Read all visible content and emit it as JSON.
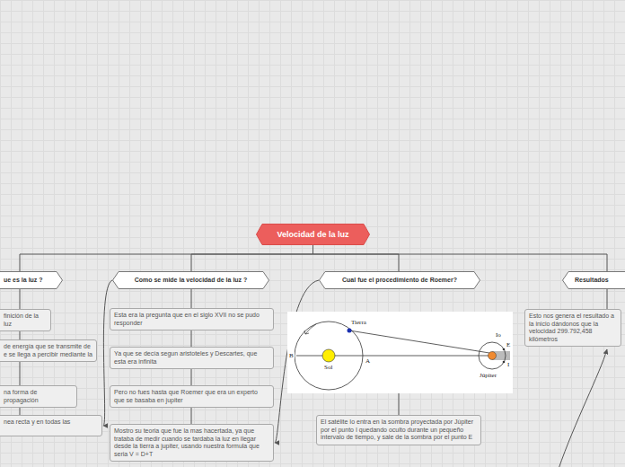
{
  "diagram": {
    "nodes": [
      {
        "text": [
          "Velocidad de la luz"
        ]
      },
      {
        "text": [
          "ue es la luz ?"
        ]
      },
      {
        "text": [
          "finición de la luz"
        ]
      },
      {
        "text": [
          "de energía que se transmite de e se llega a percibir mediante la"
        ]
      },
      {
        "text": [
          "na forma de propagación"
        ]
      },
      {
        "text": [
          "nea recta y en todas las"
        ]
      },
      {
        "text": [
          "Como se mide la velocidad de la luz ?"
        ]
      },
      {
        "text": [
          "Esta era la pregunta que en el siglo XVII no se pudo responder"
        ]
      },
      {
        "text": [
          "Ya que se decía segun aristoteles y Descartes, que esta era infinita"
        ]
      },
      {
        "text": [
          "Pero no fues hasta que Roemer que era un experto que se basaba en jupiter"
        ]
      },
      {
        "text": [
          "Mostro su teoria que fue la mas hacertada, ya que trataba de medir cuando se tardaba la luz en llegar desde la tierra a jupiter, usando nuestra formula que seria V = D+T"
        ]
      },
      {
        "text": [
          "Cual fue el procedimiento de Roemer?"
        ]
      },
      {
        "text": [
          "El satélite Io entra en la sombra proyectada por Júpiter por el punto I quedando oculto durante un pequeño intervalo de tiempo, y sale de la sombra por el punto E"
        ]
      },
      {
        "text": [
          "Resultados"
        ]
      },
      {
        "text": [
          "Esto nos genera el resultado a la inicio dándonos que la velocidad 299.792,458 kilómetros"
        ]
      }
    ],
    "edges": [
      {
        "from": 0,
        "to": 1,
        "arrow": "none"
      },
      {
        "from": 0,
        "to": 6,
        "arrow": "none"
      },
      {
        "from": 0,
        "to": 11,
        "arrow": "none"
      },
      {
        "from": 0,
        "to": 13,
        "arrow": "none"
      },
      {
        "from": 1,
        "to": 2,
        "arrow": "none"
      },
      {
        "from": 1,
        "to": 3,
        "arrow": "none"
      },
      {
        "from": 1,
        "to": 4,
        "arrow": "none"
      },
      {
        "from": 1,
        "to": 5,
        "arrow": "none"
      },
      {
        "from": 6,
        "to": 7,
        "arrow": "none"
      },
      {
        "from": 6,
        "to": 8,
        "arrow": "none"
      },
      {
        "from": 6,
        "to": 9,
        "arrow": "none"
      },
      {
        "from": 6,
        "to": 10,
        "arrow": "none"
      },
      {
        "from": 11,
        "to": 12,
        "arrow": "none"
      },
      {
        "from": 13,
        "to": 14,
        "arrow": "none"
      },
      {
        "from": 6,
        "to": 5,
        "arrow": "to"
      },
      {
        "from": 11,
        "to": 10,
        "arrow": "to"
      }
    ],
    "labels": [
      "Tierra",
      "Sol",
      "B",
      "A",
      "Io",
      "E",
      "I",
      "Júpiter"
    ]
  }
}
